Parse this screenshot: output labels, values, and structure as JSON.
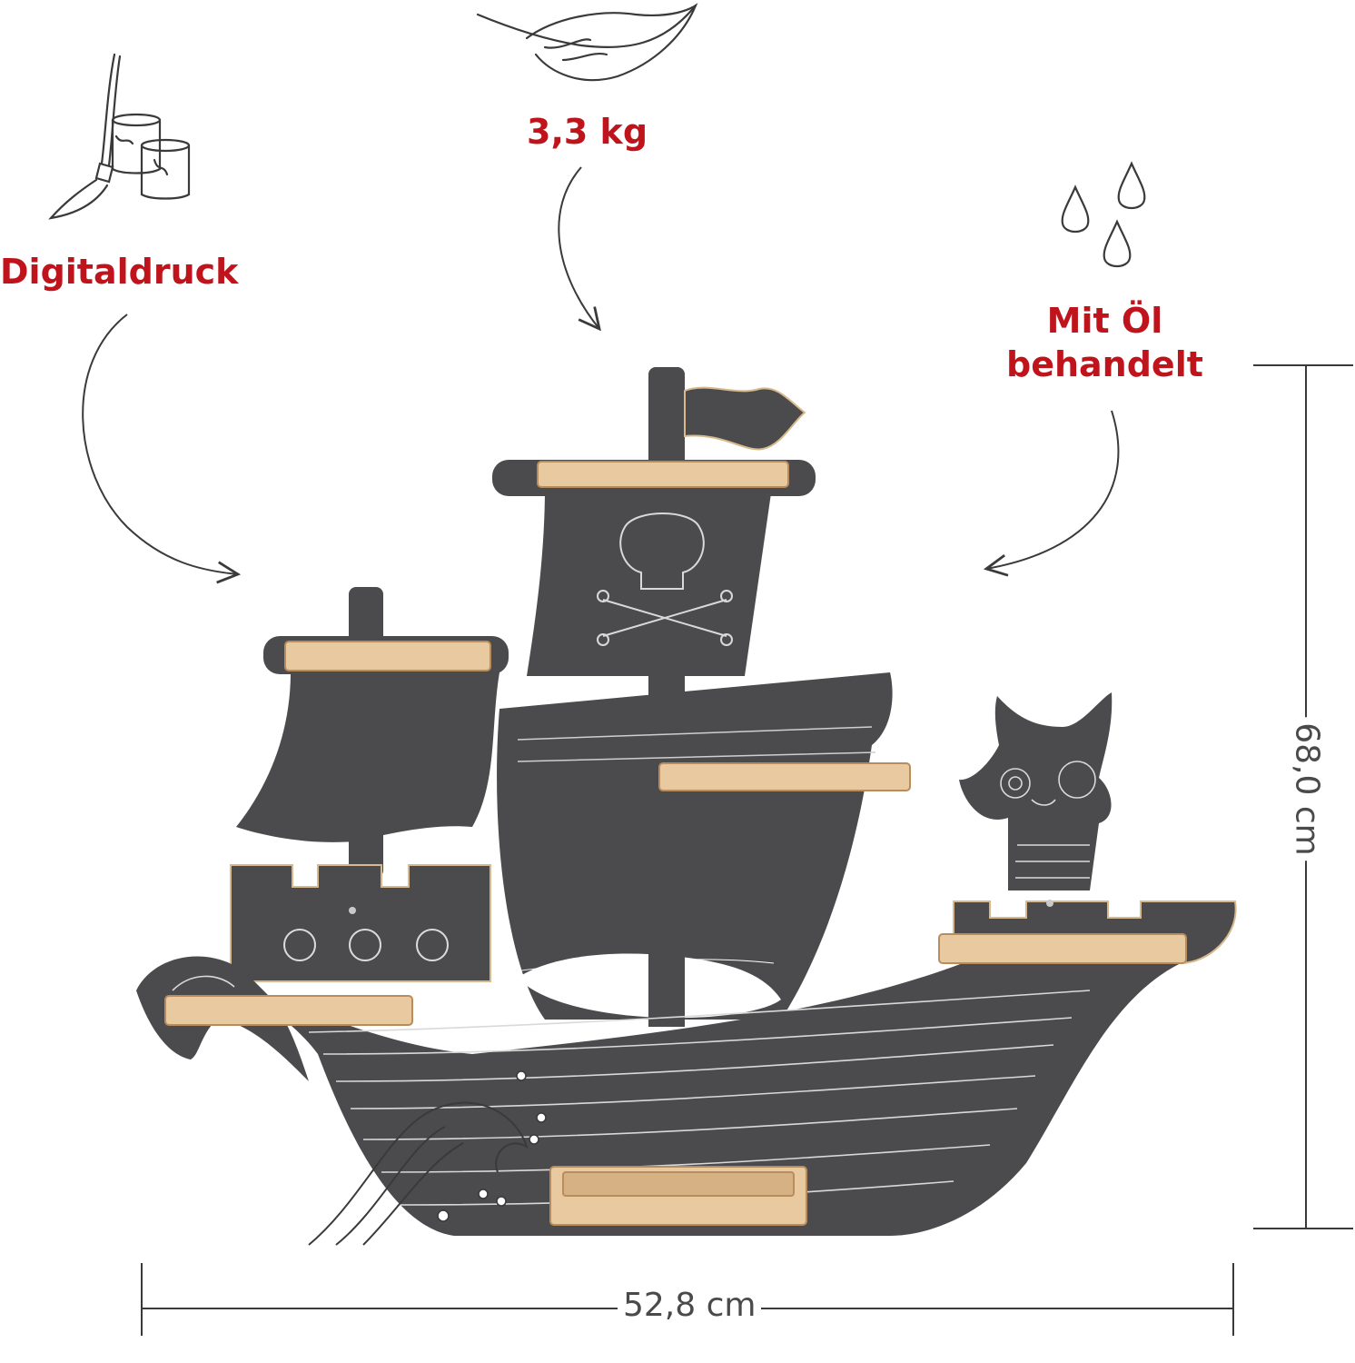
{
  "features": {
    "print": "Digitaldruck",
    "weight": "3,3 kg",
    "finish_line1": "Mit Öl",
    "finish_line2": "behandelt"
  },
  "dimensions": {
    "width": "52,8 cm",
    "height": "68,0 cm"
  },
  "colors": {
    "accent": "#c0141c",
    "board": "#4b4b4d",
    "wood": "#e9c9a0",
    "line": "#3a3a3a"
  },
  "icons": [
    "paint-brush-icon",
    "feather-icon",
    "oil-drops-icon",
    "arrow-icon"
  ]
}
